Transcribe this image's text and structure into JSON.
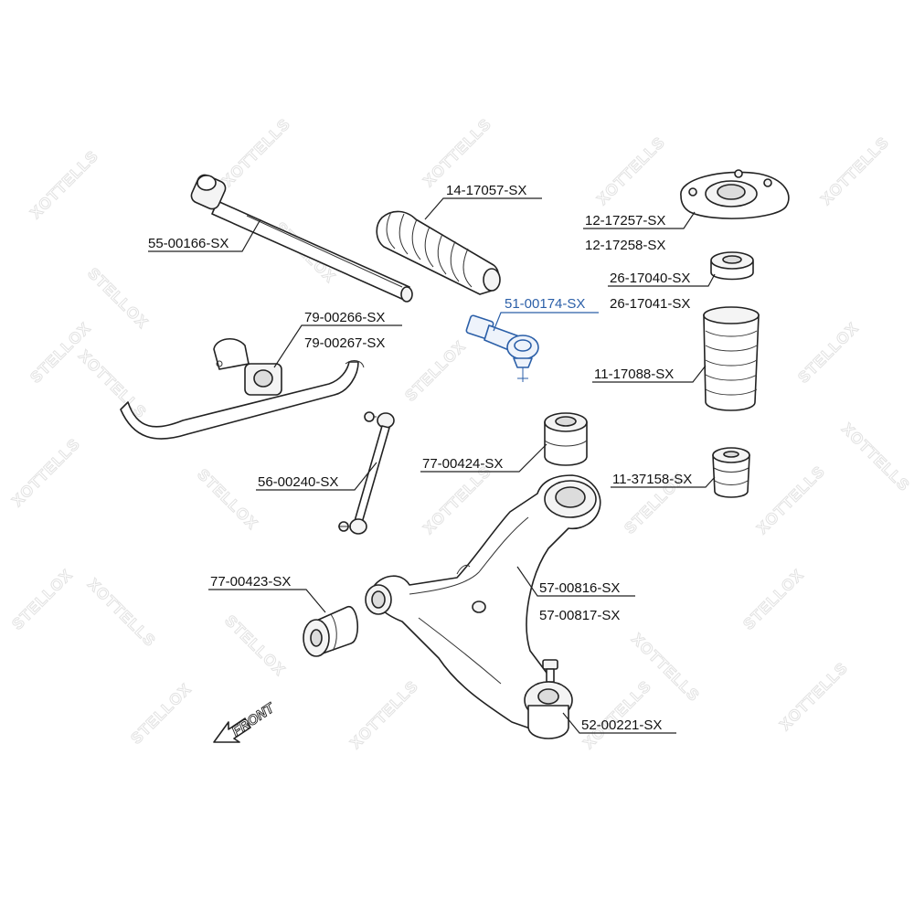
{
  "watermark": {
    "brand_a": "STELLOX",
    "brand_b": "XOTTELLS"
  },
  "front_indicator": {
    "label": "FRONT",
    "icon": "arrow-left-down-icon"
  },
  "parts": [
    {
      "id": "inner-tie-rod",
      "labels": [
        "55-00166-SX"
      ],
      "highlight": false
    },
    {
      "id": "steering-boot",
      "labels": [
        "14-17057-SX"
      ],
      "highlight": false
    },
    {
      "id": "strut-mount",
      "labels": [
        "12-17257-SX",
        "12-17258-SX"
      ],
      "highlight": false
    },
    {
      "id": "strut-bearing",
      "labels": [
        "26-17040-SX",
        "26-17041-SX"
      ],
      "highlight": false
    },
    {
      "id": "tie-rod-end",
      "labels": [
        "51-00174-SX"
      ],
      "highlight": true
    },
    {
      "id": "stabilizer-bushing",
      "labels": [
        "79-00266-SX",
        "79-00267-SX"
      ],
      "highlight": false
    },
    {
      "id": "dust-boot",
      "labels": [
        "11-17088-SX"
      ],
      "highlight": false
    },
    {
      "id": "rear-arm-bushing",
      "labels": [
        "77-00424-SX"
      ],
      "highlight": false
    },
    {
      "id": "bump-stop",
      "labels": [
        "11-37158-SX"
      ],
      "highlight": false
    },
    {
      "id": "stabilizer-link",
      "labels": [
        "56-00240-SX"
      ],
      "highlight": false
    },
    {
      "id": "control-arm",
      "labels": [
        "57-00816-SX",
        "57-00817-SX"
      ],
      "highlight": false
    },
    {
      "id": "front-arm-bushing",
      "labels": [
        "77-00423-SX"
      ],
      "highlight": false
    },
    {
      "id": "ball-joint",
      "labels": [
        "52-00221-SX"
      ],
      "highlight": false
    }
  ],
  "colors": {
    "highlight": "#2b5fa8",
    "ink": "#222222",
    "watermark": "#e2e2e2"
  }
}
